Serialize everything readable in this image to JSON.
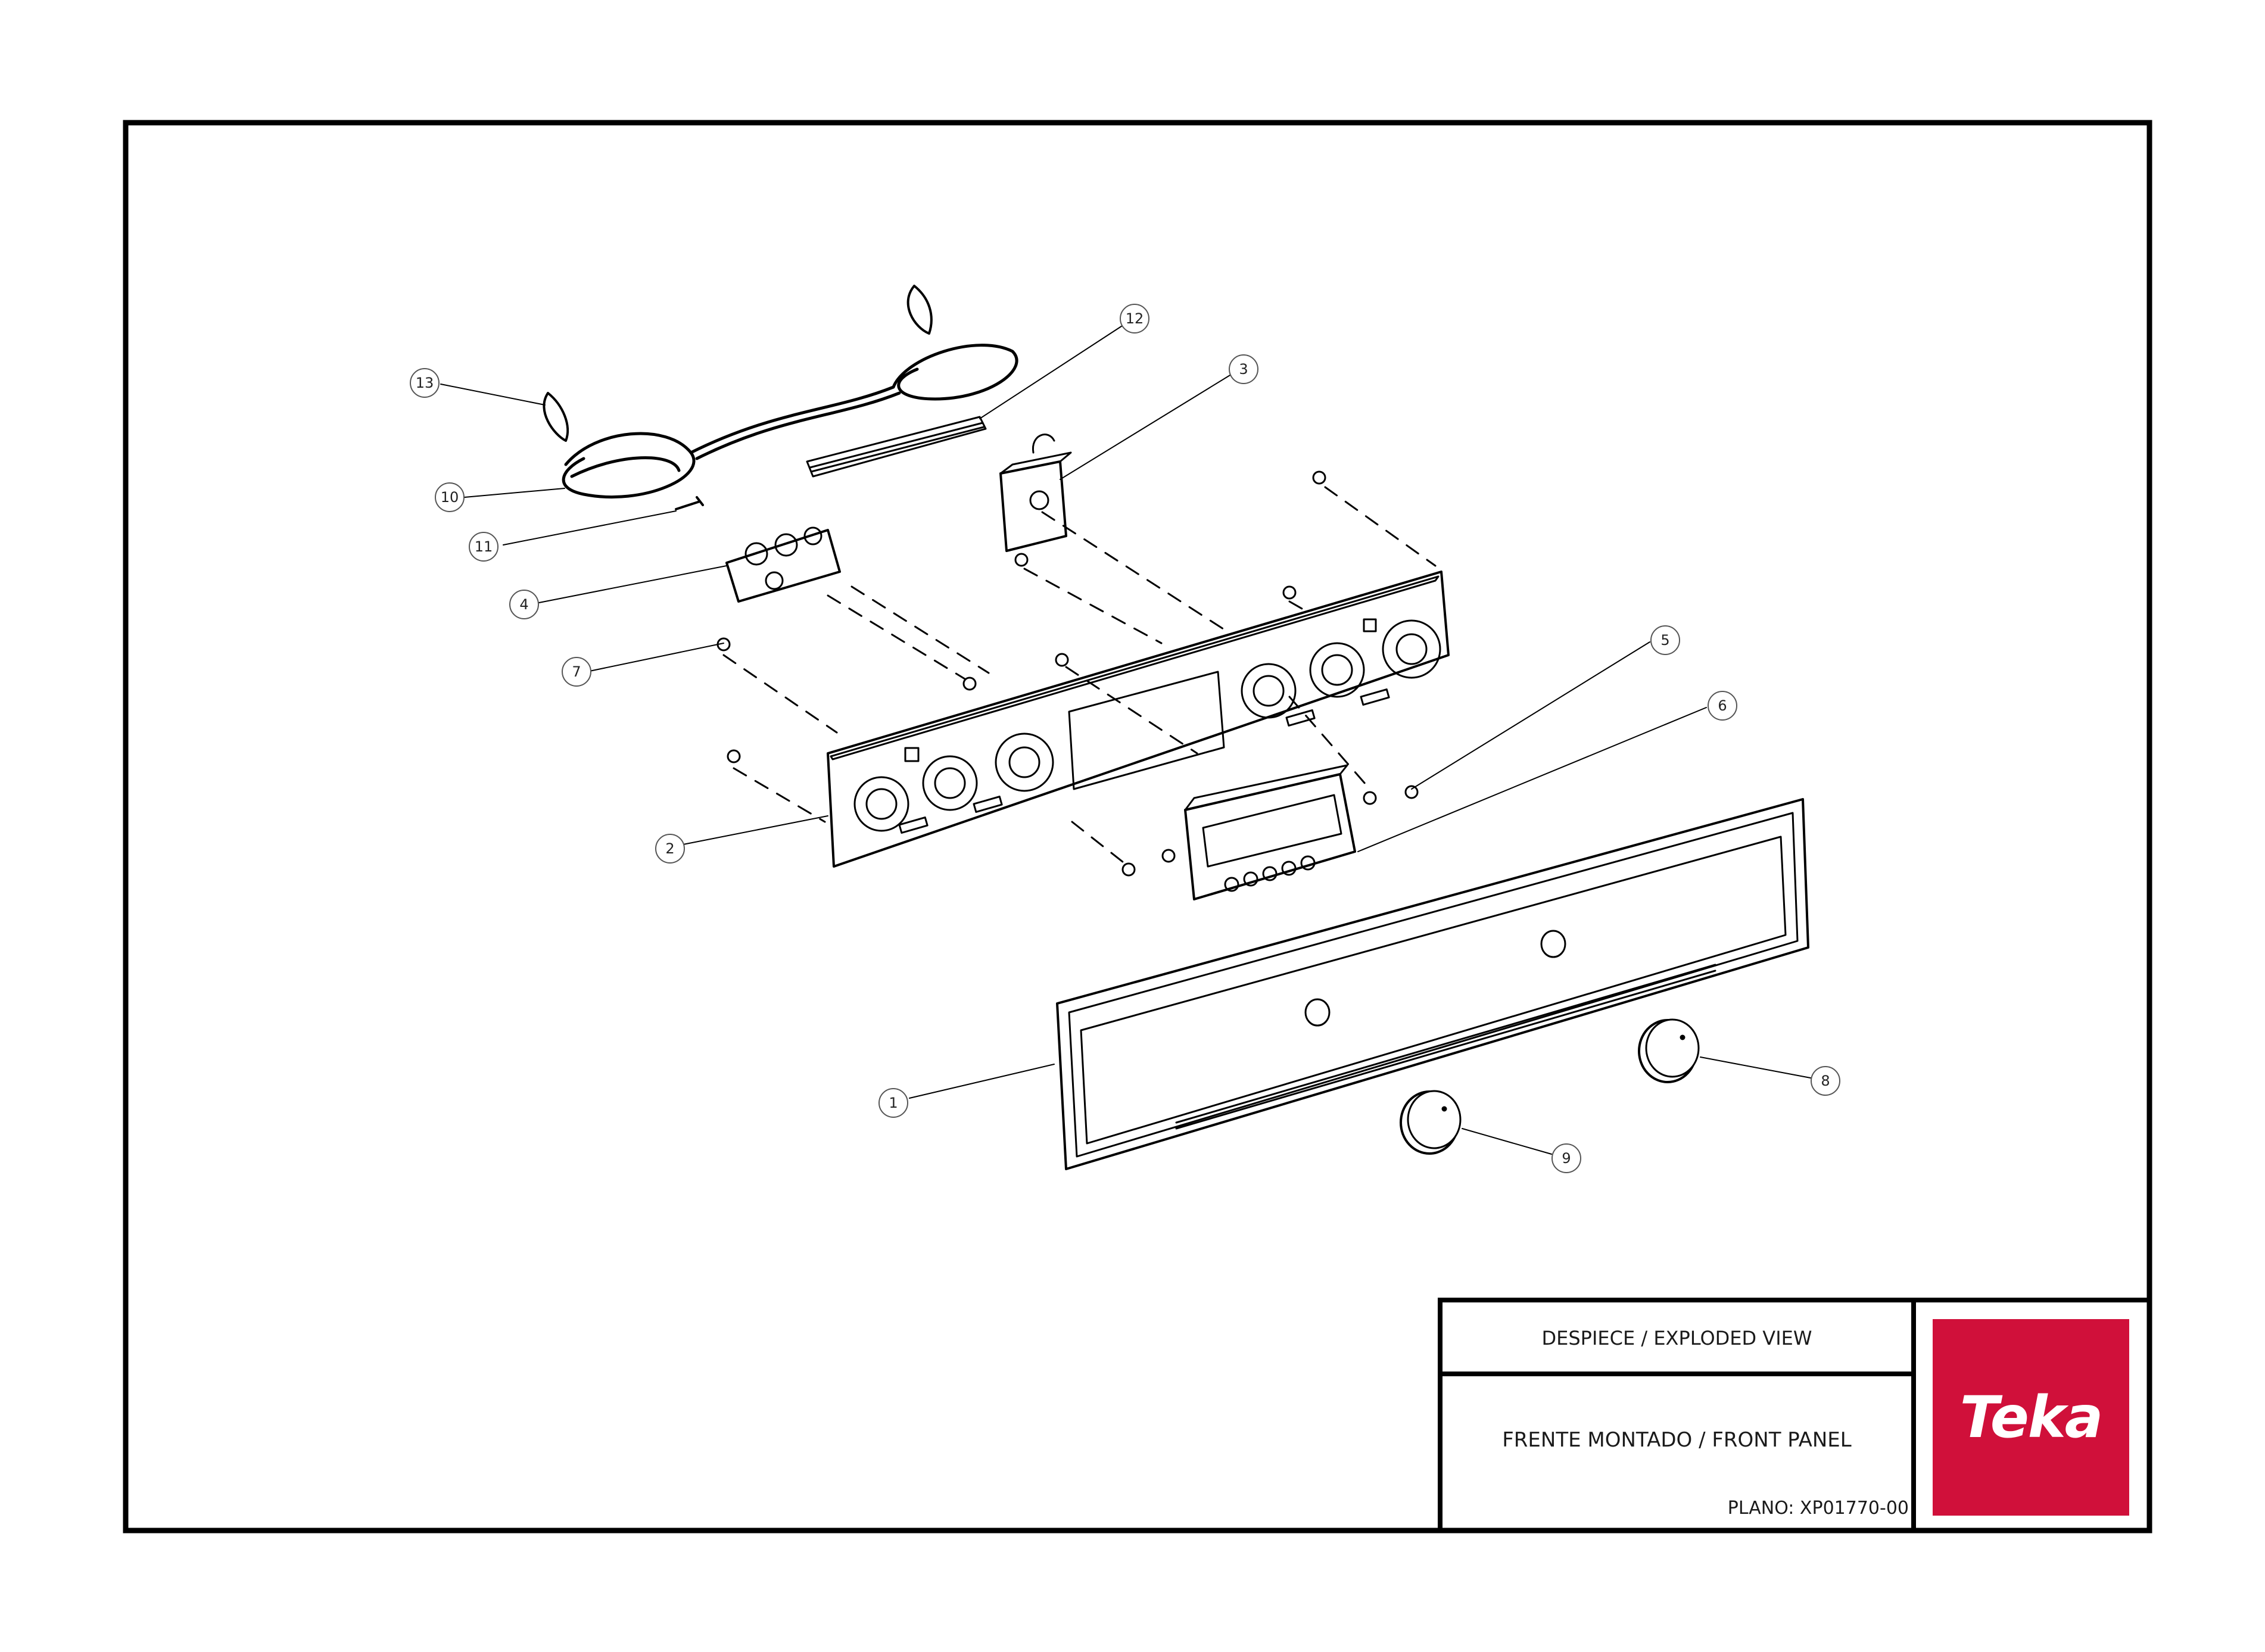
{
  "title_block": {
    "title": "DESPIECE / EXPLODED VIEW",
    "subtitle": "FRENTE MONTADO / FRONT PANEL",
    "plan": "PLANO: XP01770-00"
  },
  "logo": {
    "text": "Teka",
    "background": "#d0103a",
    "color": "#ffffff"
  },
  "callouts": [
    "1",
    "2",
    "3",
    "4",
    "5",
    "6",
    "7",
    "8",
    "9",
    "10",
    "11",
    "12",
    "13"
  ],
  "colors": {
    "line": "#000000",
    "frame": "#000000"
  }
}
